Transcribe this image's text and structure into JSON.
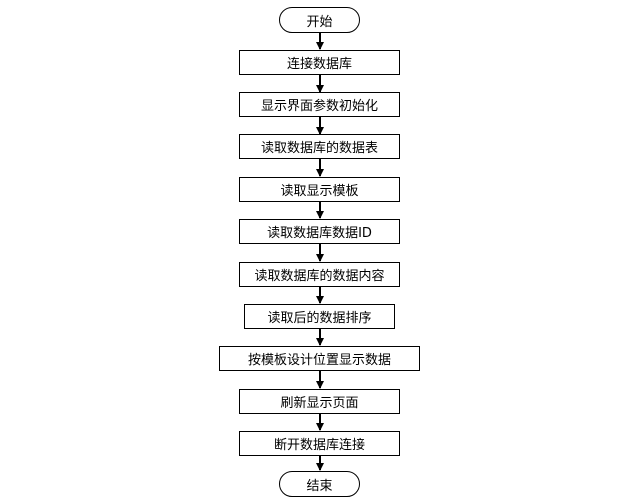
{
  "flow": {
    "start": "开始",
    "steps": [
      "连接数据库",
      "显示界面参数初始化",
      "读取数据库的数据表",
      "读取显示模板",
      "读取数据库数据ID",
      "读取数据库的数据内容",
      "读取后的数据排序",
      "按模板设计位置显示数据",
      "刷新显示页面",
      "断开数据库连接"
    ],
    "end": "结束"
  }
}
